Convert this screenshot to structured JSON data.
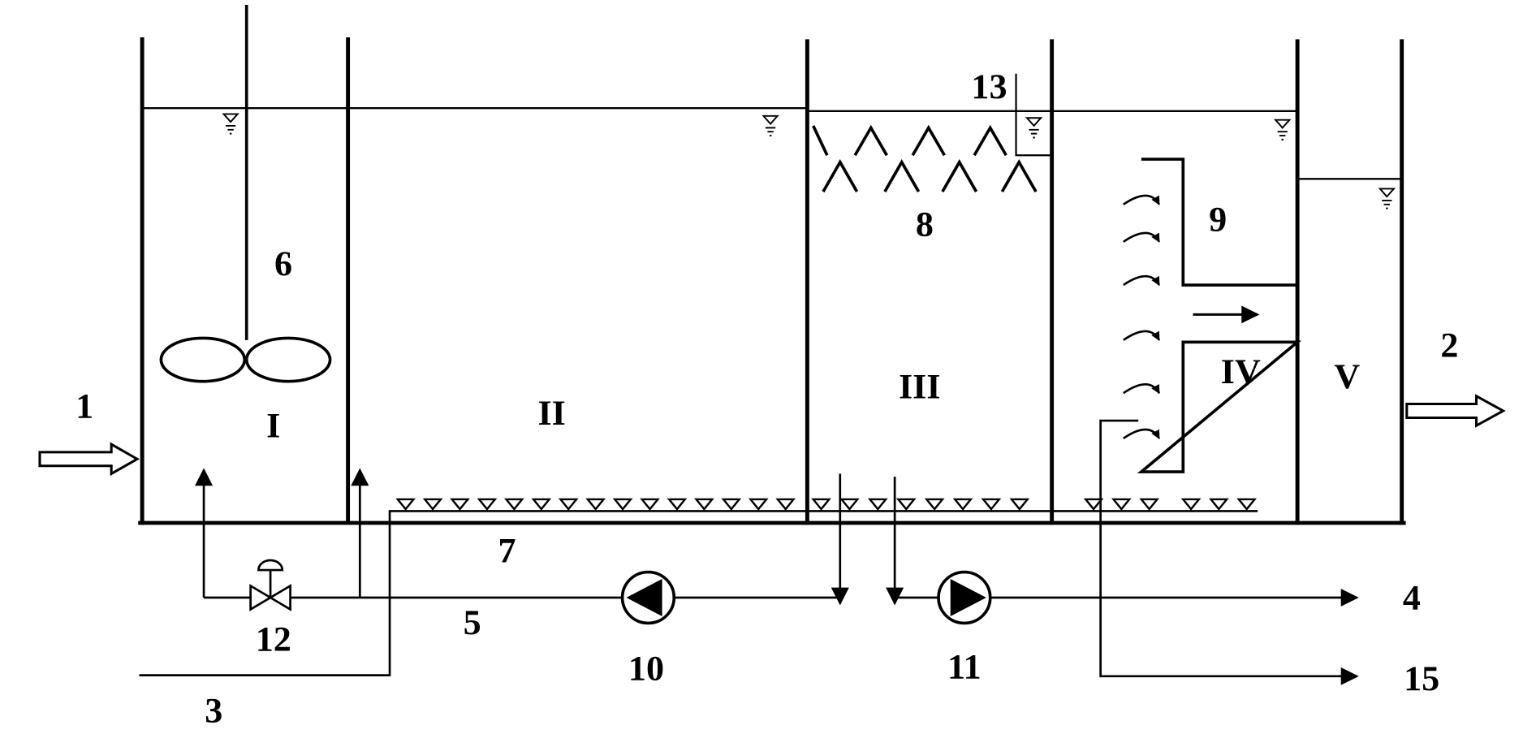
{
  "labels": {
    "inlet": "1",
    "outlet": "2",
    "air_inlet": "3",
    "discharge": "4",
    "return_line": "5",
    "mixer": "6",
    "diffuser": "7",
    "packing": "8",
    "collector": "9",
    "pump_return": "10",
    "pump_discharge": "11",
    "valve": "12",
    "overflow": "13",
    "drain": "15",
    "zone_1": "I",
    "zone_2": "II",
    "zone_3": "III",
    "zone_4": "IV",
    "zone_5": "V"
  }
}
